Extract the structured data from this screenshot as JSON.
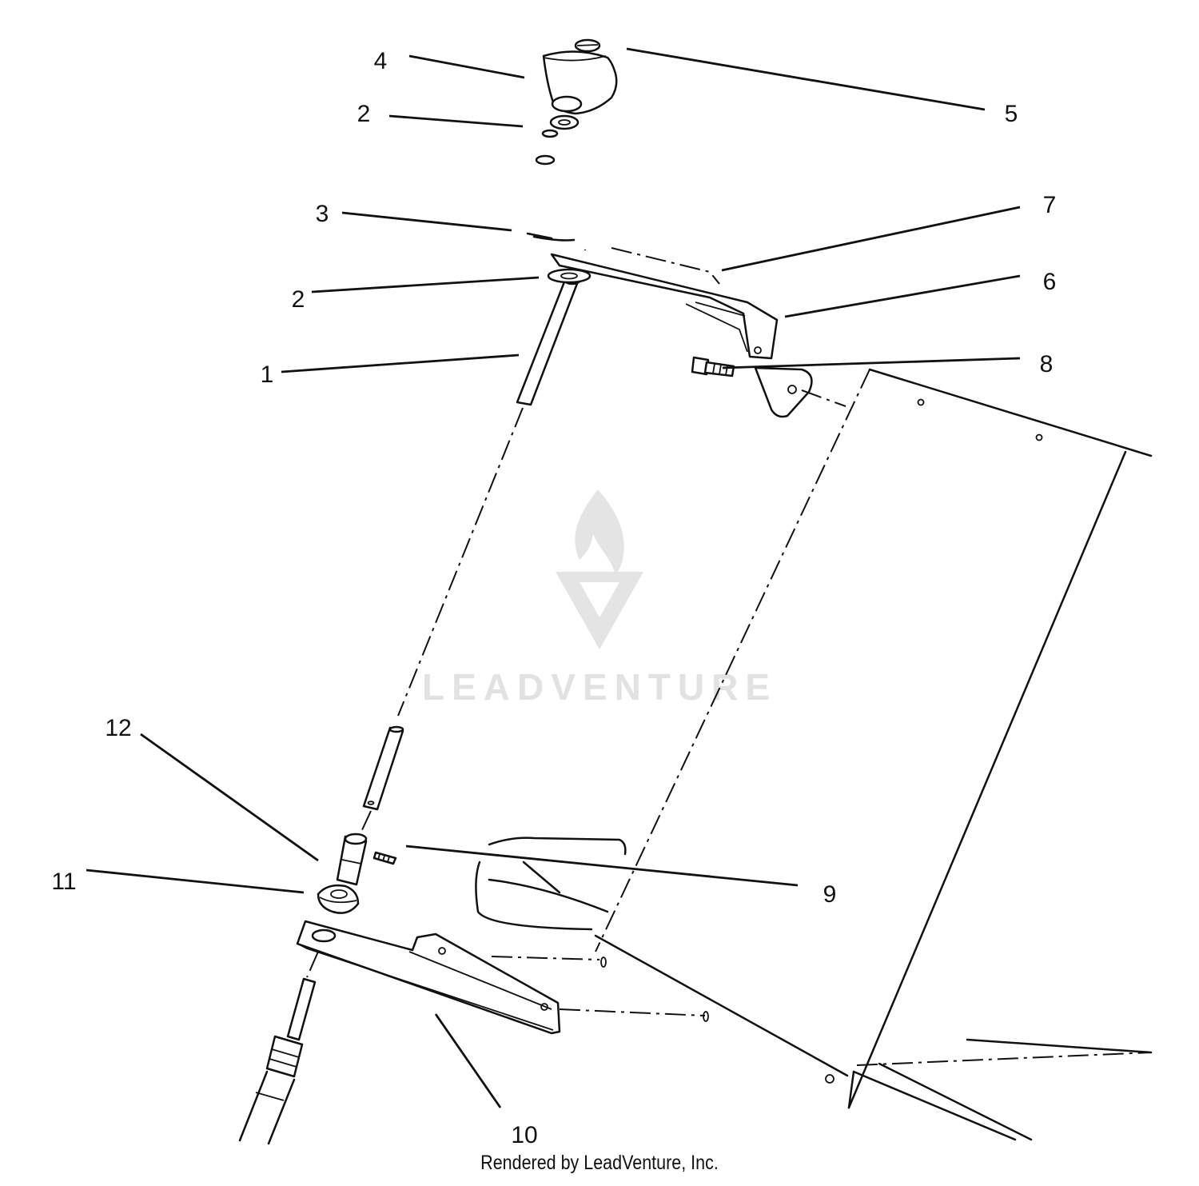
{
  "diagram": {
    "callouts": [
      {
        "id": "4",
        "label": "4"
      },
      {
        "id": "5",
        "label": "5"
      },
      {
        "id": "2a",
        "label": "2"
      },
      {
        "id": "3",
        "label": "3"
      },
      {
        "id": "7",
        "label": "7"
      },
      {
        "id": "2b",
        "label": "2"
      },
      {
        "id": "6",
        "label": "6"
      },
      {
        "id": "1",
        "label": "1"
      },
      {
        "id": "8",
        "label": "8"
      },
      {
        "id": "12",
        "label": "12"
      },
      {
        "id": "11",
        "label": "11"
      },
      {
        "id": "9",
        "label": "9"
      },
      {
        "id": "10",
        "label": "10"
      }
    ]
  },
  "watermark": {
    "text": "LEADVENTURE",
    "icon": "flame-logo-icon"
  },
  "footer": {
    "text": "Rendered by LeadVenture, Inc."
  }
}
